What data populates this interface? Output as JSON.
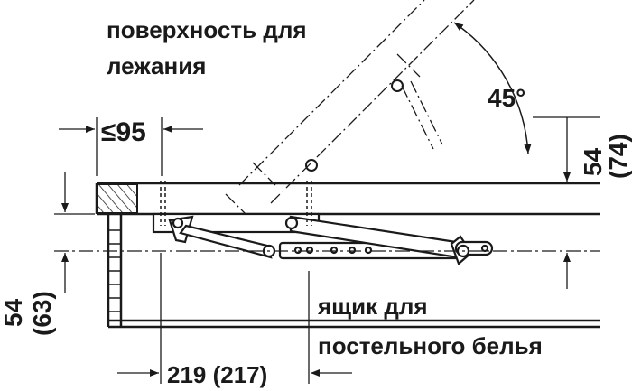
{
  "labels": {
    "surface_line1": "поверхность для",
    "surface_line2": "лежания",
    "angle": "45°",
    "right_dim_main": "54",
    "right_dim_alt": "(74)",
    "top_dim": "≤95",
    "left_dim_main": "54",
    "left_dim_alt": "(63)",
    "box_line1": "ящик для",
    "box_line2": "постельного белья",
    "bottom_dim": "219 (217)"
  },
  "colors": {
    "ink": "#1a1a1a",
    "background": "#ffffff"
  }
}
